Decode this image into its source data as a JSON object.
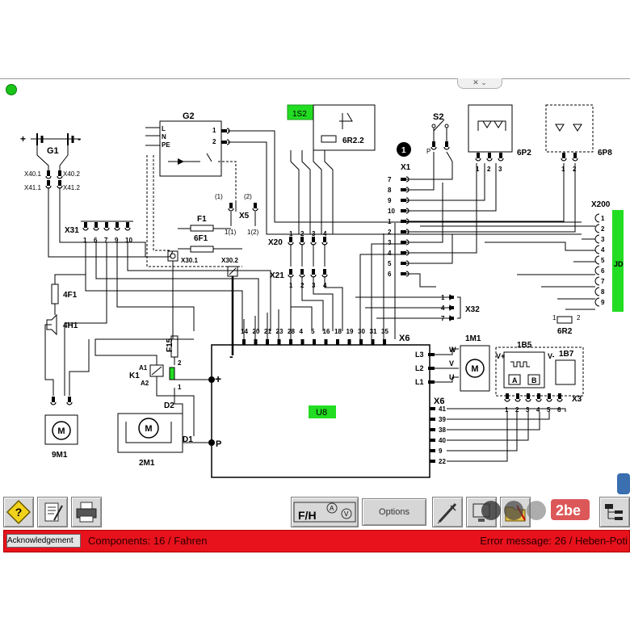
{
  "app": {
    "status_indicator": "green-led",
    "colors": {
      "accent_green": "#22dd22",
      "status_bar": "#e8121c",
      "wire": "#000000",
      "button_face": "#d8d8d8"
    }
  },
  "schematic": {
    "labels": {
      "g1": "G1",
      "g2": "G2",
      "x40_1": "X40.1",
      "x40_2": "X40.2",
      "x41_1": "X41.1",
      "x41_2": "X41.2",
      "g2_l": "L",
      "g2_n": "N",
      "g2_pe": "PE",
      "g2_p1": "1",
      "g2_p2": "2",
      "s1s2": "1S2",
      "r6r2_2": "6R2.2",
      "s2": "S2",
      "s2_p": "P",
      "p6p2": "6P2",
      "p6p8": "6P8",
      "x1": "X1",
      "x1_badge": "1",
      "x5": "X5",
      "x5_p1": "(1)",
      "x5_p2": "(2)",
      "x5_p3": "1(1)",
      "x5_p4": "1(2)",
      "f1": "F1",
      "f6f1": "6F1",
      "x30_1": "X30.1",
      "x30_2": "X30.2",
      "x31": "X31",
      "x20": "X20",
      "x21": "X21",
      "x32": "X32",
      "x200": "X200",
      "jd": "JD",
      "f4f1": "4F1",
      "h4h1": "4H1",
      "f15": "F15",
      "k1": "K1",
      "a1": "A1",
      "a2": "A2",
      "k1_p1": "1",
      "k1_p2": "2",
      "d2": "D2",
      "d1": "D1",
      "m9m1": "9M1",
      "m2m1": "2M1",
      "u8": "U8",
      "x6_top": "X6",
      "x6_side": "X6",
      "m1m1": "1M1",
      "b1b5": "1B5",
      "b1b7": "1B7",
      "x3": "X3",
      "r6r2": "6R2",
      "l3": "L3",
      "l2": "L2",
      "l1": "L1",
      "w": "W",
      "v": "V",
      "u": "U",
      "plus": "+",
      "minus": "-",
      "p": "P",
      "vplus": "V+",
      "vminus": "V-",
      "a": "A",
      "b": "B",
      "m": "M"
    },
    "x31_pins": [
      "1",
      "6",
      "7",
      "9",
      "10"
    ],
    "x20_pins": [
      "1",
      "2",
      "3",
      "4"
    ],
    "x21_pins": [
      "1",
      "2",
      "3",
      "4"
    ],
    "x1_pins": [
      "7",
      "8",
      "9",
      "10",
      "1",
      "2",
      "3",
      "4",
      "5",
      "6"
    ],
    "x200_pins": [
      "1",
      "2",
      "3",
      "4",
      "5",
      "6",
      "7",
      "8",
      "9"
    ],
    "x32_pins": [
      "1",
      "4",
      "7"
    ],
    "x6_top_pins": [
      "14",
      "20",
      "21",
      "23",
      "28",
      "4",
      "5",
      "16",
      "18",
      "19",
      "30",
      "31",
      "35"
    ],
    "x6_side_pins": [
      "41",
      "39",
      "38",
      "40",
      "9",
      "22"
    ],
    "x3_pins": [
      "1",
      "2",
      "3",
      "4",
      "5",
      "6"
    ],
    "p6p2_pins": [
      "1",
      "2",
      "3"
    ],
    "p6p8_pins": [
      "1",
      "2"
    ],
    "r6r2_pins": [
      "1",
      "2"
    ]
  },
  "toolbar": {
    "help_icon": "question-diamond-icon",
    "notes_icon": "notepad-pen-icon",
    "print_icon": "printer-icon",
    "fh_label": "F/H",
    "options_label": "Options",
    "probe_icon": "probe-syringe-icon",
    "monitor_icon": "monitor-icon",
    "folder_icon": "folder-icon",
    "tree_icon": "tree-structure-icon"
  },
  "status_bar": {
    "ack_label": "Acknowledgement",
    "components": "Components: 16 / Fahren",
    "error": "Error message:  26 / Heben-Poti"
  },
  "watermark": {
    "text": "2be"
  }
}
